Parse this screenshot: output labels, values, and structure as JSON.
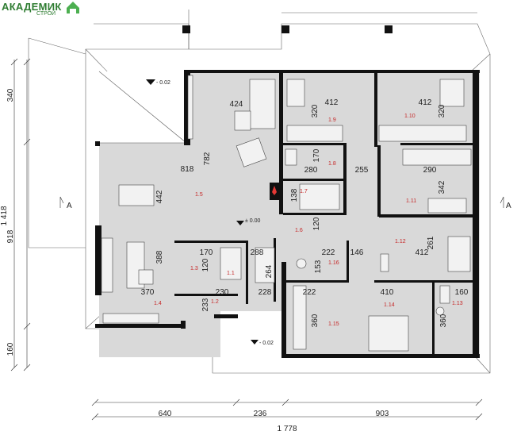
{
  "logo": {
    "brand": "АКАДЕМИК",
    "sub": "СТРОЙ"
  },
  "section_marks": {
    "left": "A",
    "right": "A"
  },
  "levels": {
    "terrace_top": "- 0.02",
    "main": "± 0.00",
    "terrace_bottom": "- 0.02"
  },
  "left_dims": {
    "d340": "340",
    "d918": "918",
    "d1418": "1 418",
    "d160": "160"
  },
  "bottom_dims": {
    "d640": "640",
    "d236": "236",
    "d903": "903",
    "d1778": "1 778"
  },
  "room_dims": {
    "r424": "424",
    "r412a": "412",
    "r412b": "412",
    "r320a": "320",
    "r320b": "320",
    "r782": "782",
    "r818": "818",
    "r442": "442",
    "r170a": "170",
    "r280": "280",
    "r255": "255",
    "r290": "290",
    "r342": "342",
    "r138": "138",
    "r120a": "120",
    "r388": "388",
    "r170b": "170",
    "r120b": "120",
    "r288": "288",
    "r264": "264",
    "r222a": "222",
    "r146": "146",
    "r412c": "412",
    "r261": "261",
    "r153": "153",
    "r370": "370",
    "r230": "230",
    "r233": "233",
    "r228": "228",
    "r222b": "222",
    "r410": "410",
    "r160": "160",
    "r360a": "360",
    "r360b": "360"
  },
  "room_numbers": {
    "n19": "1.9",
    "n110": "1.10",
    "n18": "1.8",
    "n17": "1.7",
    "n15": "1.5",
    "n111": "1.11",
    "n16": "1.6",
    "n112": "1.12",
    "n13": "1.3",
    "n11": "1.1",
    "n116": "1.16",
    "n14": "1.4",
    "n12": "1.2",
    "n115": "1.15",
    "n114": "1.14",
    "n113": "1.13"
  }
}
